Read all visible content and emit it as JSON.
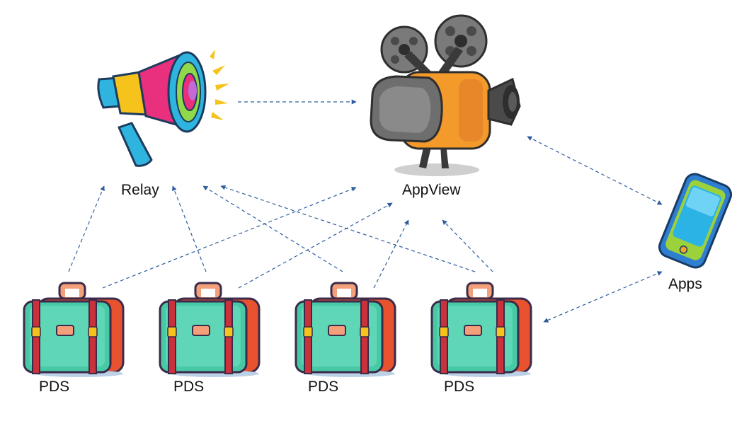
{
  "nodes": {
    "relay": {
      "label": "Relay"
    },
    "appview": {
      "label": "AppView"
    },
    "apps": {
      "label": "Apps"
    },
    "pds": [
      {
        "label": "PDS"
      },
      {
        "label": "PDS"
      },
      {
        "label": "PDS"
      },
      {
        "label": "PDS"
      }
    ]
  },
  "edges": [
    {
      "from": "relay",
      "to": "appview",
      "direction": "to-appview"
    },
    {
      "from": "appview",
      "to": "apps",
      "direction": "both"
    },
    {
      "from": "apps",
      "to": "pds-4",
      "direction": "both"
    },
    {
      "from": "pds-1",
      "to": "relay",
      "direction": "to-relay"
    },
    {
      "from": "pds-2",
      "to": "relay",
      "direction": "to-relay"
    },
    {
      "from": "pds-3",
      "to": "relay",
      "direction": "to-relay"
    },
    {
      "from": "pds-4",
      "to": "relay",
      "direction": "to-relay"
    },
    {
      "from": "pds-1",
      "to": "appview",
      "direction": "to-appview"
    },
    {
      "from": "pds-2",
      "to": "appview",
      "direction": "to-appview"
    },
    {
      "from": "pds-3",
      "to": "appview",
      "direction": "to-appview"
    },
    {
      "from": "pds-4",
      "to": "appview",
      "direction": "to-appview"
    }
  ],
  "colors": {
    "arrow": "#2e5d9e",
    "megaphone_pink": "#e8307e",
    "megaphone_yellow": "#f6c21c",
    "megaphone_blue": "#2fb4e0",
    "camera_orange": "#f39a2b",
    "camera_gray": "#6e6e6e",
    "phone_blue": "#2f7fd0",
    "phone_green": "#9bd13b",
    "suitcase_teal": "#48c9a6",
    "suitcase_red": "#e8522e"
  },
  "icons": {
    "relay": "megaphone-icon",
    "appview": "movie-camera-icon",
    "apps": "smartphone-icon",
    "pds": "suitcase-icon"
  }
}
